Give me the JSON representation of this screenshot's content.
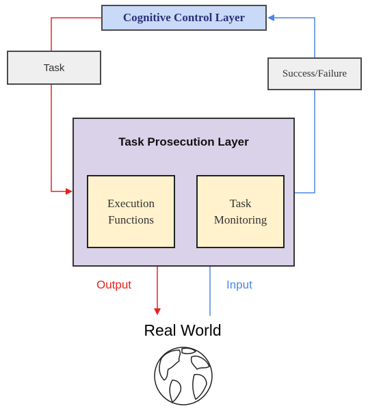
{
  "nodes": {
    "cognitive_control_layer": "Cognitive Control Layer",
    "task": "Task",
    "success_failure": "Success/Failure",
    "task_prosecution_layer": "Task Prosecution Layer",
    "execution_functions": [
      "Execution",
      "Functions"
    ],
    "task_monitoring": [
      "Task",
      "Monitoring"
    ],
    "real_world": "Real World"
  },
  "edge_labels": {
    "output": "Output",
    "input": "Input"
  },
  "icons": {
    "globe": "globe-icon"
  },
  "colors": {
    "red_arrow": "#e8211d",
    "blue_arrow": "#4a86e8",
    "cognitive_fill": "#c9daf8",
    "prosecution_fill": "#d9d2e9",
    "inner_fill": "#fff2cc",
    "side_box_fill": "#efefef"
  }
}
